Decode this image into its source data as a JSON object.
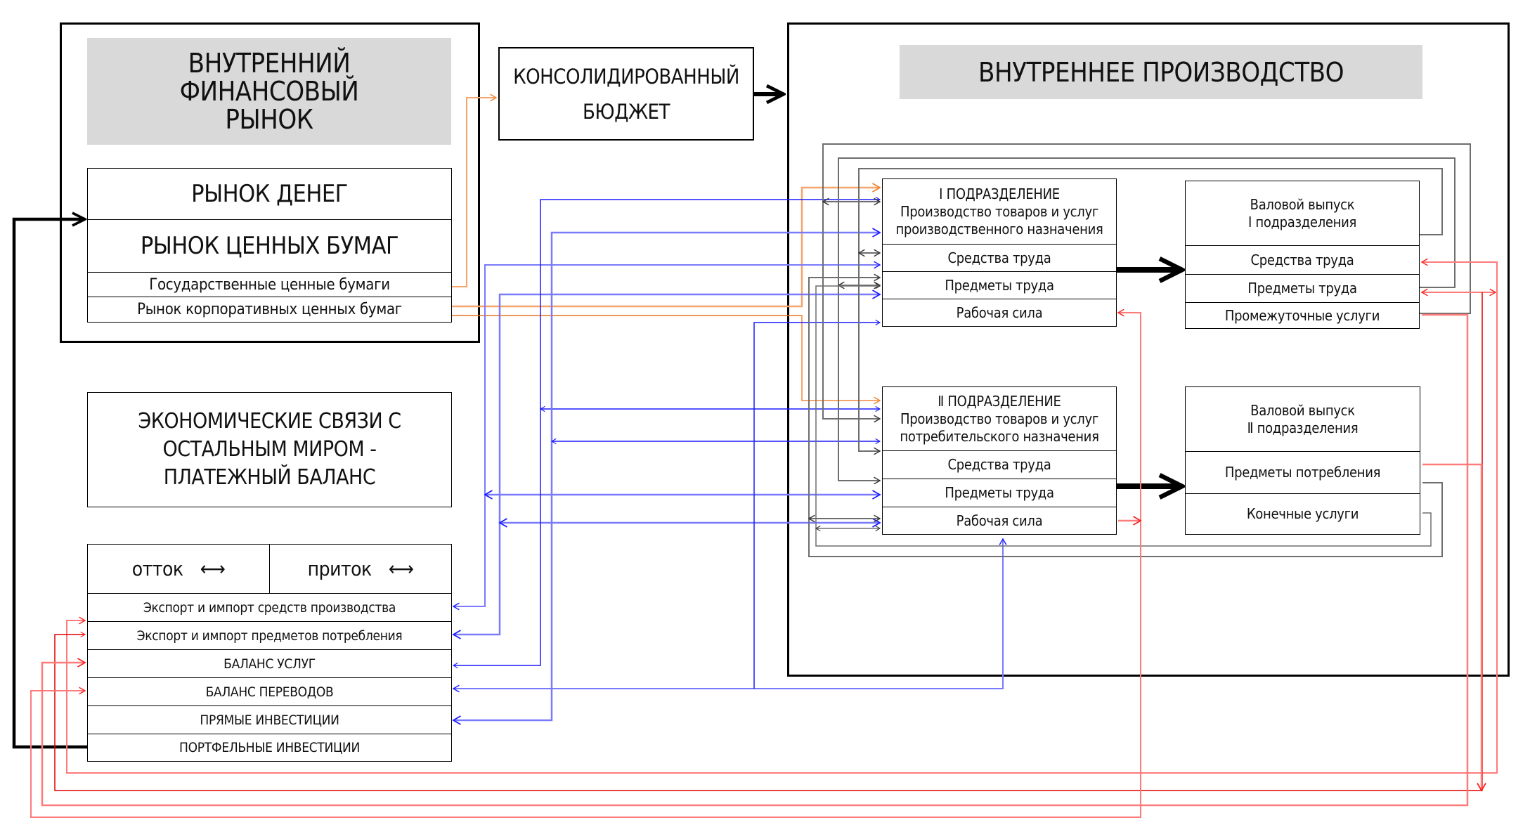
{
  "financial_market": {
    "title": "ВНУТРЕННИЙ\nФИНАНСОВЫЙ\nРЫНОК",
    "rows": [
      "РЫНОК ДЕНЕГ",
      "РЫНОК ЦЕННЫХ БУМАГ",
      "Государственные ценные бумаги",
      "Рынок корпоративных ценных бумаг"
    ]
  },
  "budget": {
    "title": "КОНСОЛИДИРОВАННЫЙ\nБЮДЖЕТ"
  },
  "production": {
    "title": "ВНУТРЕННЕЕ ПРОИЗВОДСТВО",
    "division_1": {
      "header": "Ⅰ ПОДРАЗДЕЛЕНИЕ\nПроизводство товаров и услуг\nпроизводственного назначения",
      "rows": [
        "Средства труда",
        "Предметы труда",
        "Рабочая сила"
      ]
    },
    "gross_output_1": {
      "header": "Валовой выпуск\nⅠ подразделения",
      "rows": [
        "Средства труда",
        "Предметы труда",
        "Промежуточные услуги"
      ]
    },
    "division_2": {
      "header": "Ⅱ ПОДРАЗДЕЛЕНИЕ\nПроизводство товаров и услуг\nпотребительского назначения",
      "rows": [
        "Средства труда",
        "Предметы труда",
        "Рабочая сила"
      ]
    },
    "gross_output_2": {
      "header": "Валовой выпуск\nⅡ подразделения",
      "rows": [
        "Предметы потребления",
        "Конечные услуги"
      ]
    }
  },
  "external": {
    "title": "ЭКОНОМИЧЕСКИЕ СВЯЗИ С\nОСТАЛЬНЫМ МИРОМ -\nПЛАТЕЖНЫЙ БАЛАНС"
  },
  "balance": {
    "outflow_label": "отток",
    "inflow_label": "приток",
    "arrow_glyph": "⟷",
    "rows": [
      "Экспорт и импорт средств производства",
      "Экспорт и импорт предметов потребления",
      "БАЛАНС УСЛУГ",
      "БАЛАНС ПЕРЕВОДОВ",
      "ПРЯМЫЕ ИНВЕСТИЦИИ",
      "ПОРТФЕЛЬНЫЕ ИНВЕСТИЦИИ"
    ]
  },
  "colors": {
    "header_fill": "#d9d9d9",
    "orange": "#f5a56a",
    "orange_dark": "#e8741f",
    "blue": "#1a1aff",
    "blue_light": "#7a7aff",
    "red": "#e00000",
    "red_light": "#ff7a7a",
    "gray": "#6e6e6e",
    "black": "#000000"
  }
}
